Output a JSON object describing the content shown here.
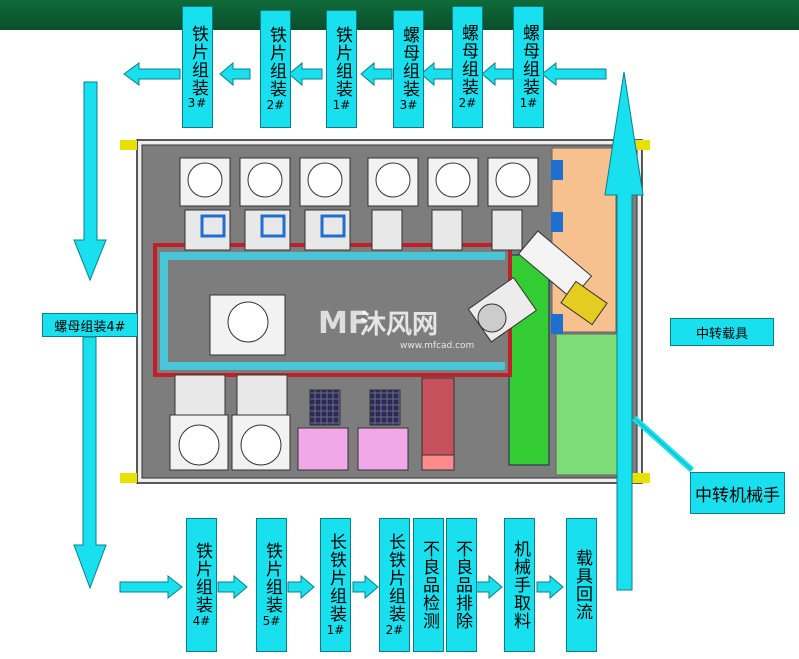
{
  "top_row": [
    {
      "label": "铁片组装",
      "num": "3#"
    },
    {
      "label": "铁片组装",
      "num": "2#"
    },
    {
      "label": "铁片组装",
      "num": "1#"
    },
    {
      "label": "螺母组装",
      "num": "3#"
    },
    {
      "label": "螺母组装",
      "num": "2#"
    },
    {
      "label": "螺母组装",
      "num": "1#"
    }
  ],
  "bottom_row": [
    {
      "label": "铁片组装",
      "num": "4#"
    },
    {
      "label": "铁片组装",
      "num": "5#"
    },
    {
      "label": "长铁片组装",
      "num": "1#"
    },
    {
      "label": "长铁片组装",
      "num": "2#"
    },
    {
      "label": "不良品检测",
      "num": ""
    },
    {
      "label": "不良品排除",
      "num": ""
    },
    {
      "label": "机械手取料",
      "num": ""
    },
    {
      "label": "载具回流",
      "num": ""
    }
  ],
  "side_labels": {
    "left": "螺母组装4#",
    "right_top": "中转载具",
    "right_bottom": "中转机械手"
  },
  "watermark": {
    "text": "沐风网",
    "url": "www.mfcad.com"
  }
}
